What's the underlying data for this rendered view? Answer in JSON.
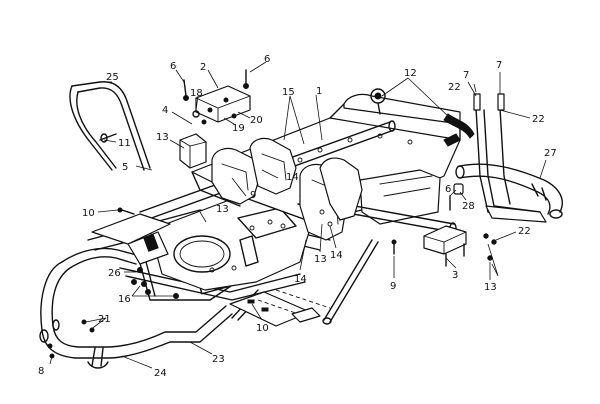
{
  "diagram": {
    "callouts": [
      {
        "id": "c1",
        "text": "1"
      },
      {
        "id": "c2",
        "text": "2"
      },
      {
        "id": "c3",
        "text": "3"
      },
      {
        "id": "c4",
        "text": "4"
      },
      {
        "id": "c5",
        "text": "5"
      },
      {
        "id": "c6a",
        "text": "6"
      },
      {
        "id": "c6b",
        "text": "6"
      },
      {
        "id": "c6c",
        "text": "6"
      },
      {
        "id": "c7a",
        "text": "7"
      },
      {
        "id": "c7b",
        "text": "7"
      },
      {
        "id": "c8",
        "text": "8"
      },
      {
        "id": "c9a",
        "text": "9"
      },
      {
        "id": "c9b",
        "text": "9"
      },
      {
        "id": "c10a",
        "text": "10"
      },
      {
        "id": "c10b",
        "text": "10"
      },
      {
        "id": "c11",
        "text": "11"
      },
      {
        "id": "c12",
        "text": "12"
      },
      {
        "id": "c13a",
        "text": "13"
      },
      {
        "id": "c13b",
        "text": "13"
      },
      {
        "id": "c13c",
        "text": "13"
      },
      {
        "id": "c13d",
        "text": "13"
      },
      {
        "id": "c14a",
        "text": "14"
      },
      {
        "id": "c14b",
        "text": "14"
      },
      {
        "id": "c14c",
        "text": "14"
      },
      {
        "id": "c15",
        "text": "15"
      },
      {
        "id": "c16",
        "text": "16"
      },
      {
        "id": "c18",
        "text": "18"
      },
      {
        "id": "c19",
        "text": "19"
      },
      {
        "id": "c20",
        "text": "20"
      },
      {
        "id": "c21",
        "text": "21"
      },
      {
        "id": "c22a",
        "text": "22"
      },
      {
        "id": "c22b",
        "text": "22"
      },
      {
        "id": "c22c",
        "text": "22"
      },
      {
        "id": "c23",
        "text": "23"
      },
      {
        "id": "c24",
        "text": "24"
      },
      {
        "id": "c25",
        "text": "25"
      },
      {
        "id": "c26",
        "text": "26"
      },
      {
        "id": "c27",
        "text": "27"
      },
      {
        "id": "c28",
        "text": "28"
      }
    ]
  }
}
